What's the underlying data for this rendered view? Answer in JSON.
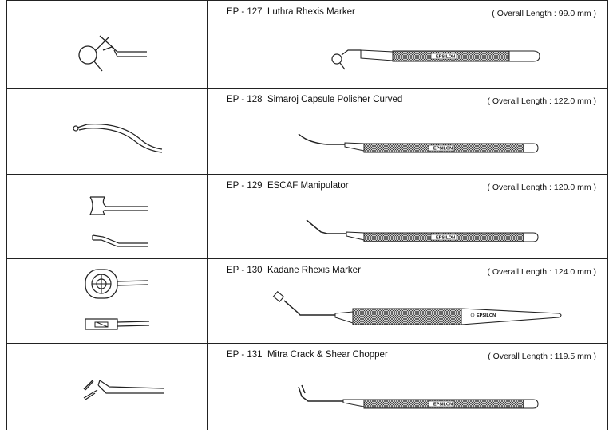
{
  "products": [
    {
      "code": "EP - 127",
      "name": "Luthra Rhexis Marker",
      "length": "( Overall Length : 99.0 mm )",
      "brand": "EPSILON"
    },
    {
      "code": "EP - 128",
      "name": "Simaroj Capsule Polisher Curved",
      "length": "( Overall Length : 122.0 mm )",
      "brand": "EPSILON"
    },
    {
      "code": "EP - 129",
      "name": "ESCAF Manipulator",
      "length": "( Overall Length : 120.0 mm )",
      "brand": "EPSILON"
    },
    {
      "code": "EP - 130",
      "name": "Kadane Rhexis Marker",
      "length": "( Overall Length : 124.0 mm )",
      "brand": "EPSILON"
    },
    {
      "code": "EP - 131",
      "name": "Mitra Crack & Shear Chopper",
      "length": "( Overall Length : 119.5 mm )",
      "brand": "EPSILON"
    }
  ]
}
